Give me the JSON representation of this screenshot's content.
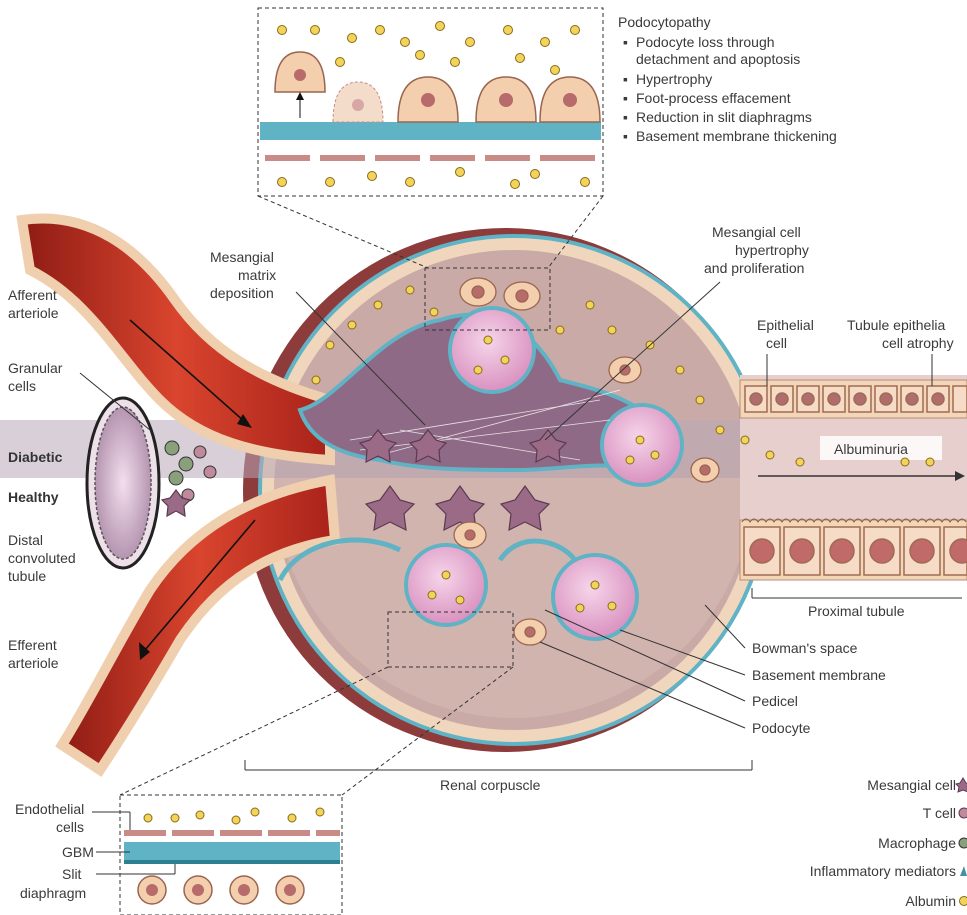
{
  "top_inset": {
    "title": "Podocytopathy",
    "bullets": [
      "Podocyte loss through",
      "detachment and apoptosis",
      "Hypertrophy",
      "Foot-process effacement",
      "Reduction in slit diaphragms",
      "Basement membrane thickening"
    ]
  },
  "labels": {
    "afferent_1": "Afferent",
    "afferent_2": "arteriole",
    "granular_1": "Granular",
    "granular_2": "cells",
    "diabetic": "Diabetic",
    "healthy": "Healthy",
    "distal_1": "Distal",
    "distal_2": "convoluted",
    "distal_3": "tubule",
    "efferent_1": "Efferent",
    "efferent_2": "arteriole",
    "mesangial_matrix_1": "Mesangial",
    "mesangial_matrix_2": "matrix",
    "mesangial_matrix_3": "deposition",
    "mesangial_hyper_1": "Mesangial cell",
    "mesangial_hyper_2": "hypertrophy",
    "mesangial_hyper_3": "and proliferation",
    "epithelial_1": "Epithelial",
    "epithelial_2": "cell",
    "tubule_atrophy_1": "Tubule epithelia",
    "tubule_atrophy_2": "cell atrophy",
    "albuminuria": "Albuminuria",
    "proximal_tubule": "Proximal tubule",
    "bowmans_space": "Bowman's space",
    "basement_membrane": "Basement membrane",
    "pedicel": "Pedicel",
    "podocyte": "Podocyte",
    "renal_corpuscle": "Renal corpuscle"
  },
  "bottom_inset": {
    "endothelial_1": "Endothelial",
    "endothelial_2": "cells",
    "gbm": "GBM",
    "slit_1": "Slit",
    "slit_2": "diaphragm"
  },
  "legend": [
    {
      "label": "Mesangial cell",
      "icon": "mesangial-cell-icon"
    },
    {
      "label": "T cell",
      "icon": "t-cell-icon"
    },
    {
      "label": "Macrophage",
      "icon": "macrophage-icon"
    },
    {
      "label": "Inflammatory mediators",
      "icon": "inflammatory-mediator-icon"
    },
    {
      "label": "Albumin",
      "icon": "albumin-icon"
    }
  ],
  "colors": {
    "vessel_dark": "#a8221a",
    "vessel_light": "#e2573a",
    "vessel_wall": "#f3d6b8",
    "corpuscle_fill": "#c9aaa6",
    "capillary_fill": "#e8b8d4",
    "basement_blue": "#5fb3c4",
    "albumin_yellow": "#f2d45a",
    "mesangial_purple": "#9a6a86",
    "diabetic_band": "#b9a7b8"
  }
}
